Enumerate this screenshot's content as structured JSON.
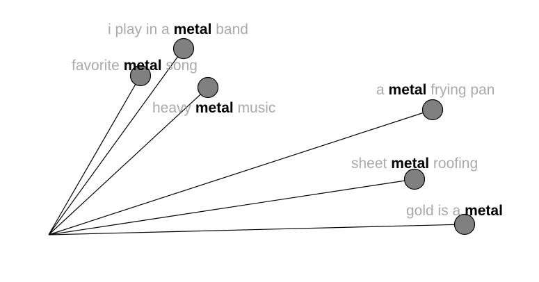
{
  "diagram": {
    "keyword": "metal",
    "colors": {
      "text_muted": "#aaaaaa",
      "keyword": "#000000",
      "node_fill": "#808080",
      "line": "#000000"
    },
    "items": [
      {
        "id": "band",
        "pre": "i play in a ",
        "kw": "metal",
        "post": " band"
      },
      {
        "id": "song",
        "pre": "favorite ",
        "kw": "metal",
        "post": " song"
      },
      {
        "id": "music",
        "pre": "heavy ",
        "kw": "metal",
        "post": " music"
      },
      {
        "id": "pan",
        "pre": "a ",
        "kw": "metal",
        "post": " frying pan"
      },
      {
        "id": "roofing",
        "pre": "sheet ",
        "kw": "metal",
        "post": " roofing"
      },
      {
        "id": "gold",
        "pre": "gold is a ",
        "kw": "metal",
        "post": ""
      }
    ]
  }
}
